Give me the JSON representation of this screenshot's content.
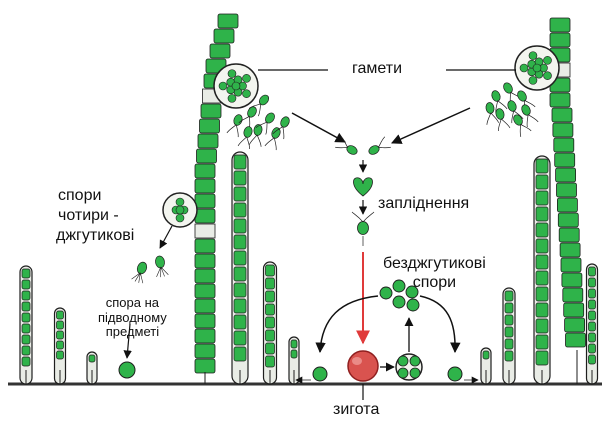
{
  "labels": {
    "gametes": "гамети",
    "fertilization": "запліднення",
    "spores_line1": "спори",
    "spores_line2": "чотири -",
    "spores_line3": "джгутикові",
    "aflag_line1": "безджгутикові",
    "aflag_line2": "спори",
    "spore_obj_line1": "спора на",
    "spore_obj_line2": "підводному",
    "spore_obj_line3": "предметі",
    "zygote": "зигота"
  },
  "colors": {
    "cell_fill": "#2fb34a",
    "cell_outline": "#1e1e1e",
    "wall": "#e9ece6",
    "zygote": "#d9534f",
    "red_arrow": "#e03a3a",
    "ground": "#333333"
  }
}
